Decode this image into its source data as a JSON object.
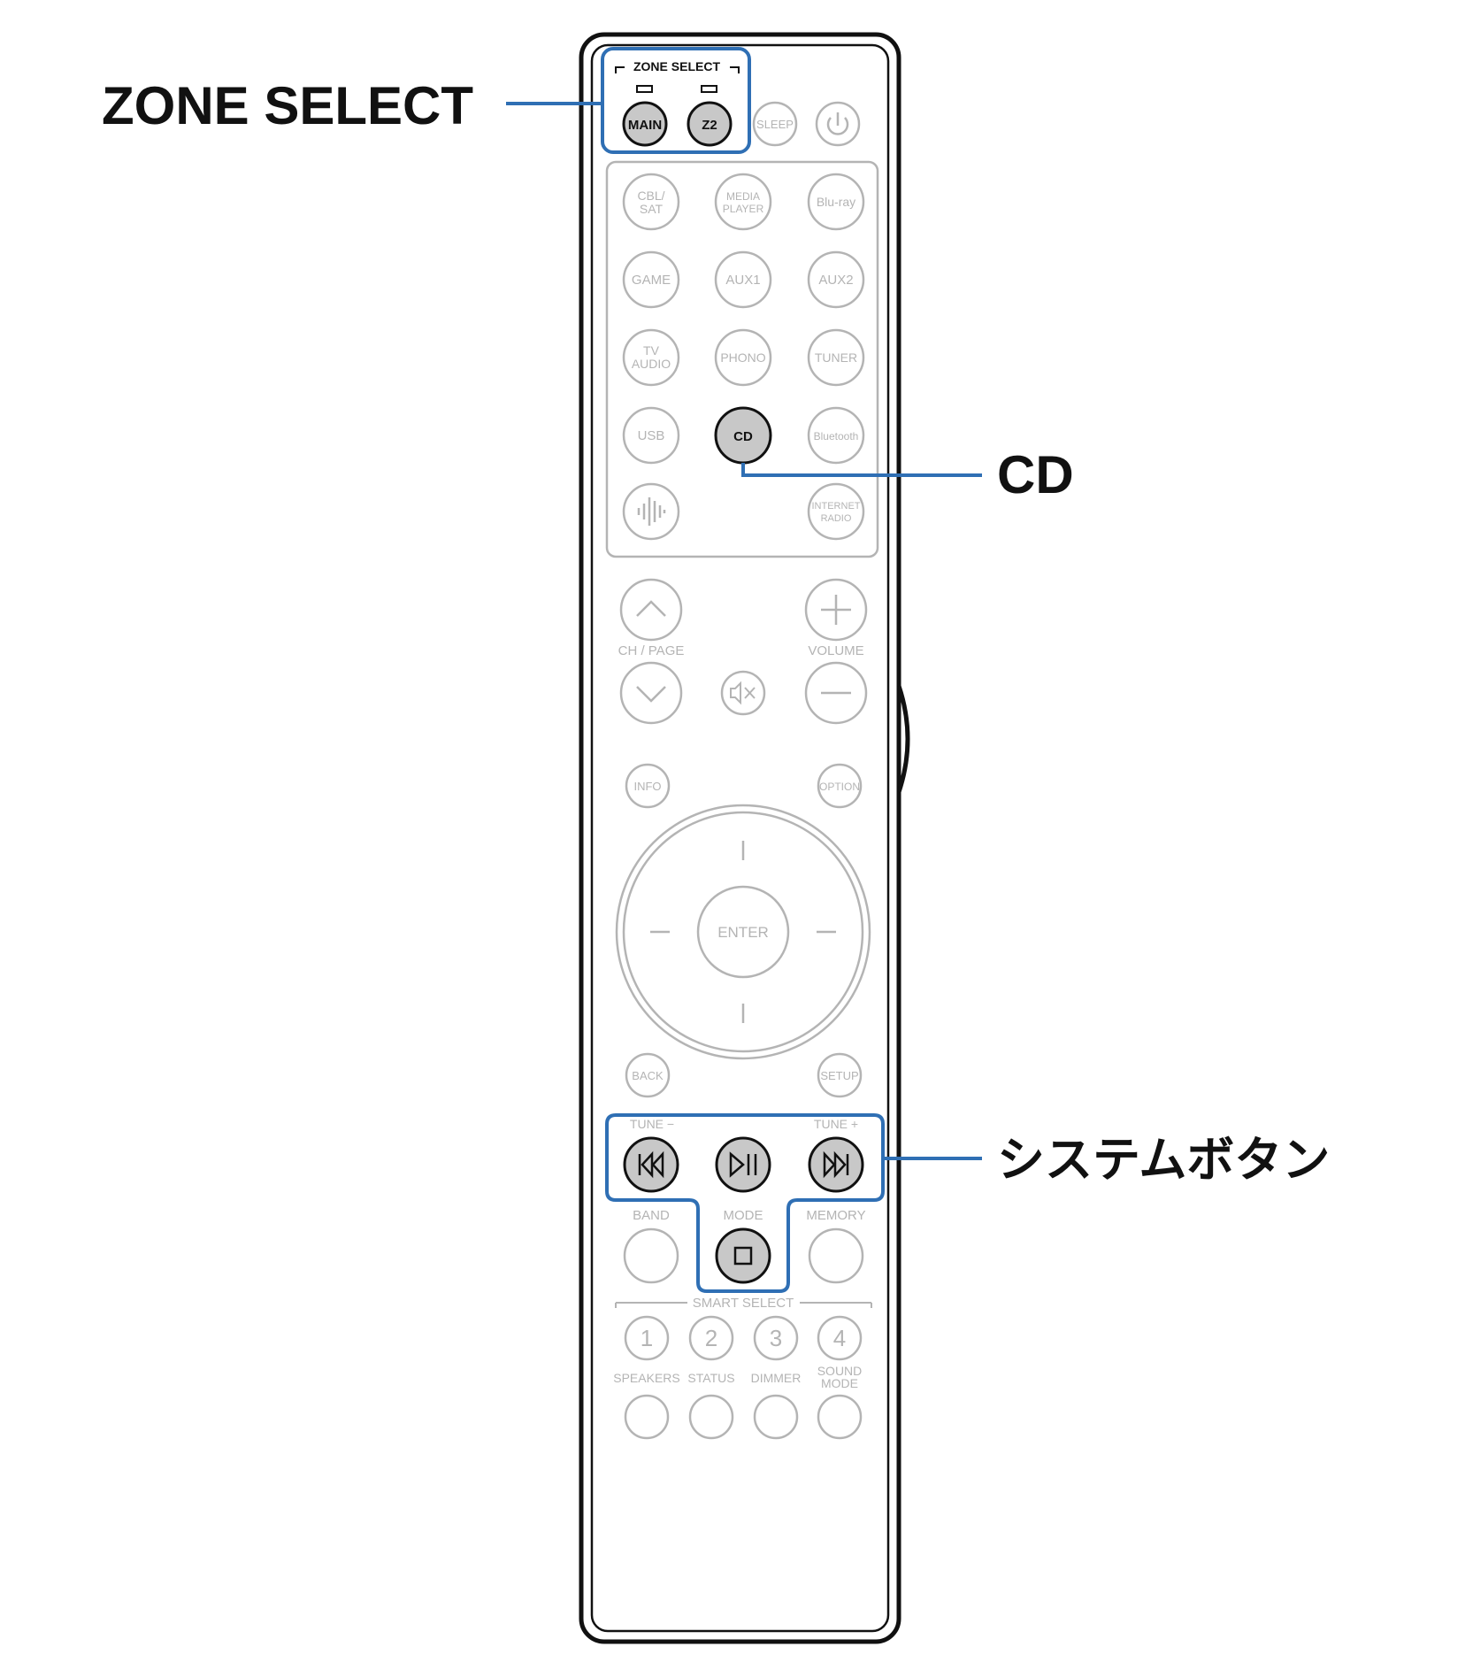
{
  "callouts": {
    "zone_select": "ZONE SELECT",
    "cd": "CD",
    "system_buttons": "システムボタン"
  },
  "remote": {
    "zone_select_header": "ZONE SELECT",
    "zone_buttons": {
      "main": "MAIN",
      "z2": "Z2"
    },
    "top_buttons": {
      "sleep": "SLEEP"
    },
    "sources": {
      "cbl_sat_line1": "CBL/",
      "cbl_sat_line2": "SAT",
      "media_player_line1": "MEDIA",
      "media_player_line2": "PLAYER",
      "bluray": "Blu-ray",
      "game": "GAME",
      "aux1": "AUX1",
      "aux2": "AUX2",
      "tv_audio_line1": "TV",
      "tv_audio_line2": "AUDIO",
      "phono": "PHONO",
      "tuner": "TUNER",
      "usb": "USB",
      "cd": "CD",
      "bluetooth": "Bluetooth",
      "internet_radio_line1": "INTERNET",
      "internet_radio_line2": "RADIO"
    },
    "ch_page": "CH / PAGE",
    "volume": "VOLUME",
    "info": "INFO",
    "option": "OPTION",
    "enter": "ENTER",
    "back": "BACK",
    "setup": "SETUP",
    "tune_minus": "TUNE −",
    "tune_plus": "TUNE +",
    "band": "BAND",
    "mode": "MODE",
    "memory": "MEMORY",
    "smart_select": "SMART SELECT",
    "smart_numbers": [
      "1",
      "2",
      "3",
      "4"
    ],
    "bottom_labels": {
      "speakers": "SPEAKERS",
      "status": "STATUS",
      "dimmer": "DIMMER",
      "sound_mode_line1": "SOUND",
      "sound_mode_line2": "MODE"
    }
  },
  "colors": {
    "highlight_blue": "#2f6fb4",
    "highlighted_button_fill": "#c8c8c8",
    "inactive_gray": "#b4b4b4",
    "outline": "#111111"
  }
}
